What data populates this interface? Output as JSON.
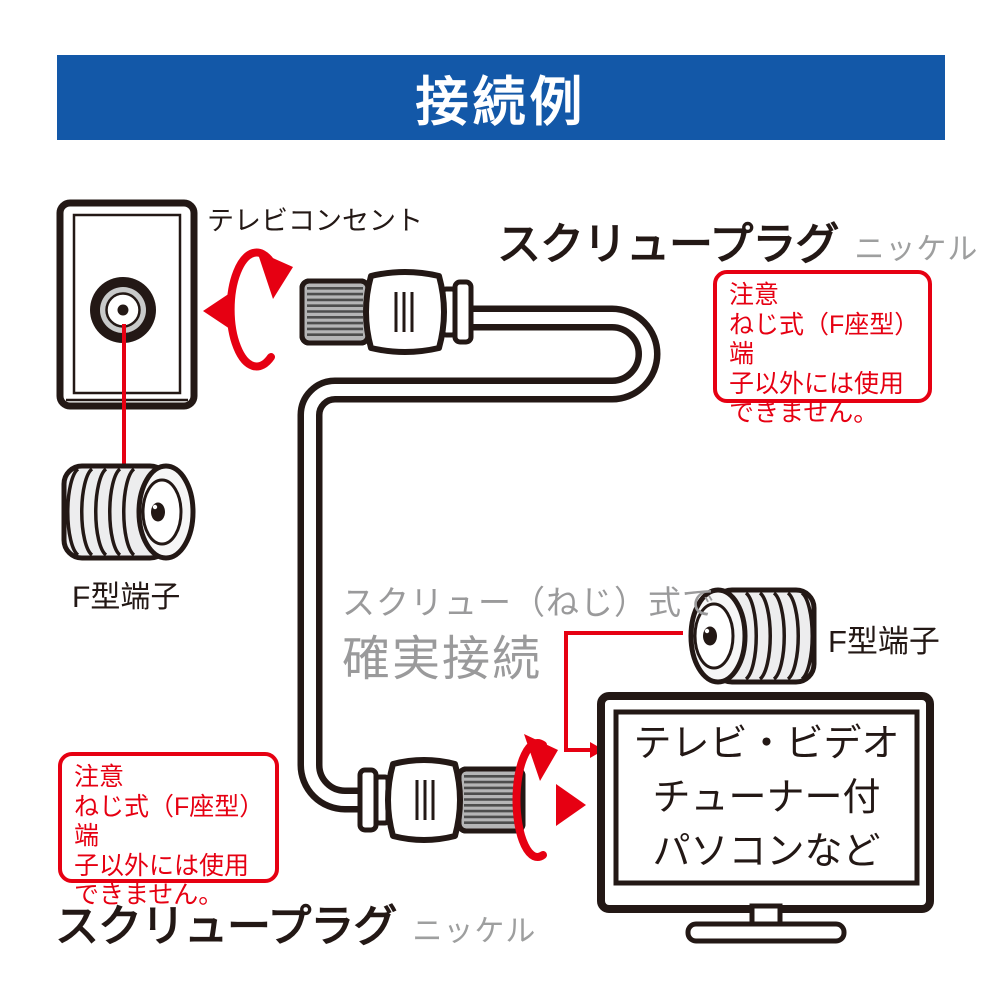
{
  "banner": {
    "title": "接続例"
  },
  "top_section": {
    "outlet_label": "テレビコンセント",
    "plug_label": "スクリュープラグ",
    "plug_sublabel": "ニッケル",
    "terminal_label": "F型端子"
  },
  "warning_box": {
    "title": "注意",
    "lines": [
      "ねじ式（F座型）端",
      "子以外には使用",
      "できません。"
    ]
  },
  "middle_section": {
    "connect_line1": "スクリュー（ねじ）式で",
    "connect_line2": "確実接続"
  },
  "bottom_section": {
    "terminal_label": "F型端子",
    "plug_label": "スクリュープラグ",
    "plug_sublabel": "ニッケル",
    "device_lines": [
      "テレビ・ビデオ",
      "チューナー付",
      "パソコンなど"
    ]
  },
  "colors": {
    "banner_blue": "#1358a8",
    "accent_red": "#e60012",
    "ink_black": "#231815",
    "gray_text": "#9a9a9b",
    "knurl_gray": "#b5b5b6"
  }
}
